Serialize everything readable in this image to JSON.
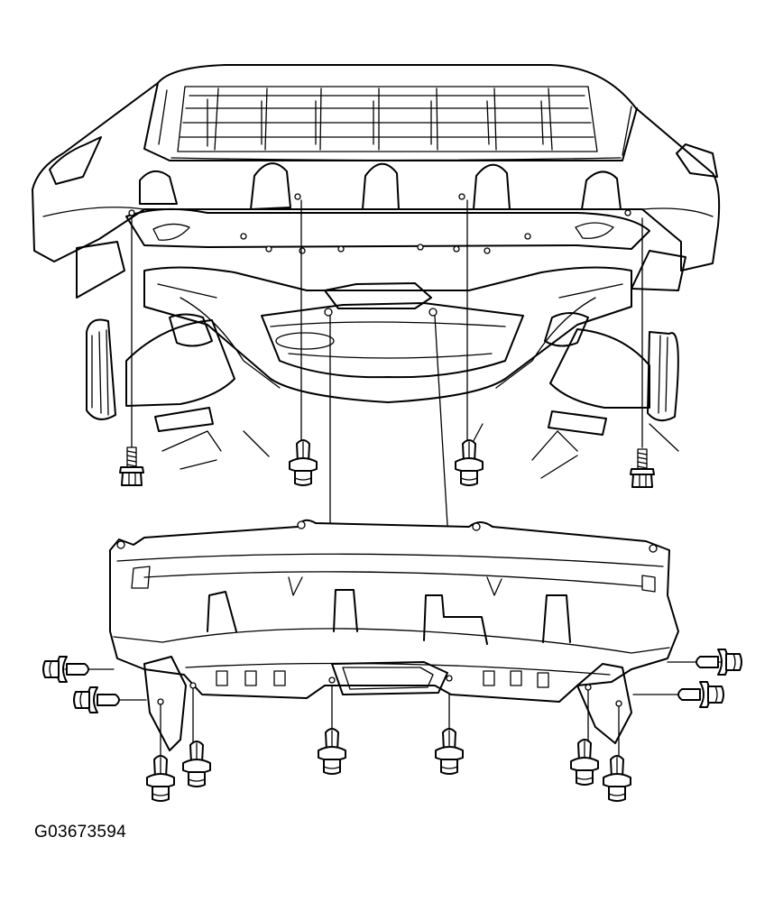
{
  "figure": {
    "id_label": "G03673594"
  },
  "colors": {
    "ink": "#000000",
    "paper": "#ffffff"
  },
  "parts": [
    {
      "kind": "bolt",
      "icon": "hex-flange-bolt-icon"
    },
    {
      "kind": "clip",
      "icon": "push-retainer-clip-icon"
    },
    {
      "kind": "splash-shield",
      "icon": "engine-undercover-icon"
    },
    {
      "kind": "front-bumper",
      "icon": "bumper-icon"
    }
  ]
}
